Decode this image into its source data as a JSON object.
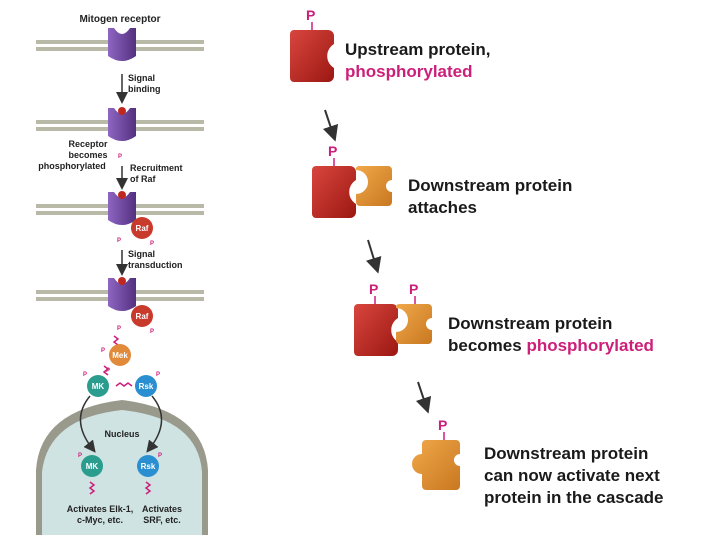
{
  "left_panel": {
    "labels": {
      "mitogen_receptor": "Mitogen receptor",
      "signal": "Signal",
      "binding": "binding",
      "receptor": "Receptor",
      "becomes": "becomes",
      "phosphorylated": "phosphorylated",
      "recruitment": "Recruitment",
      "of_raf": "of Raf",
      "signal2": "Signal",
      "transduction": "transduction",
      "nucleus": "Nucleus",
      "activates_left_1": "Activates Elk-1,",
      "activates_left_2": "c-Myc, etc.",
      "activates_right_1": "Activates",
      "activates_right_2": "SRF, etc."
    },
    "proteins": {
      "raf": "Raf",
      "mek": "Mek",
      "mk": "MK",
      "rsk": "Rsk"
    },
    "phospho": "P"
  },
  "right_panel": {
    "phospho": "P",
    "step1_line1": "Upstream protein,",
    "step1_line2": "phosphorylated",
    "step2_line1": "Downstream protein",
    "step2_line2": "attaches",
    "step3_line1": "Downstream protein",
    "step3_line2a": "becomes ",
    "step3_line2b": "phosphorylated",
    "step4_line1": "Downstream protein",
    "step4_line2": "can now activate next",
    "step4_line3": "protein in the cascade"
  },
  "colors": {
    "receptor": "#6a3f9c",
    "upstream": "#b8211e",
    "downstream": "#e0912e",
    "raf": "#c73a2c",
    "mek": "#e08a3a",
    "mk": "#2a9d8f",
    "rsk": "#2a8fd0",
    "phospho": "#cc1f7a",
    "membrane": "#b9b9a8",
    "nucleus": "#cfe3e3"
  }
}
